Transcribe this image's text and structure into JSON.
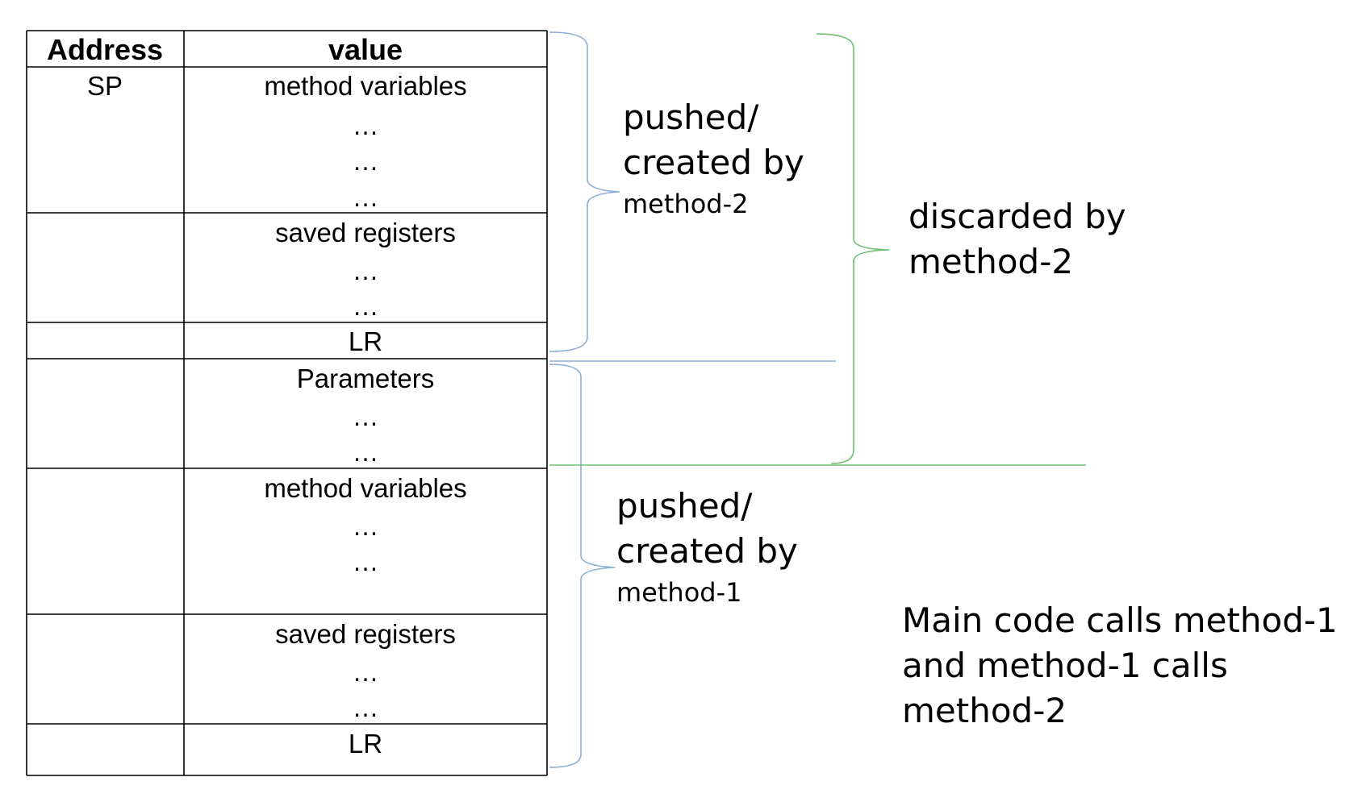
{
  "table": {
    "headers": {
      "address": "Address",
      "value": "value"
    },
    "rows": [
      {
        "address": "SP",
        "lines": [
          "method variables",
          "…",
          "…",
          "…"
        ]
      },
      {
        "address": "",
        "lines": [
          "saved registers",
          "…",
          "…"
        ]
      },
      {
        "address": "",
        "lines": [
          "LR"
        ]
      },
      {
        "address": "",
        "lines": [
          "Parameters",
          "…",
          "…"
        ]
      },
      {
        "address": "",
        "lines": [
          "method variables",
          "…",
          "…"
        ]
      },
      {
        "address": "",
        "lines": [
          "saved registers",
          "…",
          "…"
        ]
      },
      {
        "address": "",
        "lines": [
          "LR"
        ]
      }
    ]
  },
  "annotations": {
    "method2_push": {
      "line1": "pushed/",
      "line2": "created by",
      "line3": "method-2"
    },
    "method2_discard": {
      "line1": "discarded by",
      "line2": "method-2"
    },
    "method1_push": {
      "line1": "pushed/",
      "line2": "created by",
      "line3": "method-1"
    },
    "note": {
      "line1": "Main code calls method-1",
      "line2": "and method-1 calls",
      "line3": "method-2"
    }
  },
  "colors": {
    "blue_brace": "#8aaed6",
    "green_brace": "#6fbf6f",
    "ink": "#000000"
  }
}
